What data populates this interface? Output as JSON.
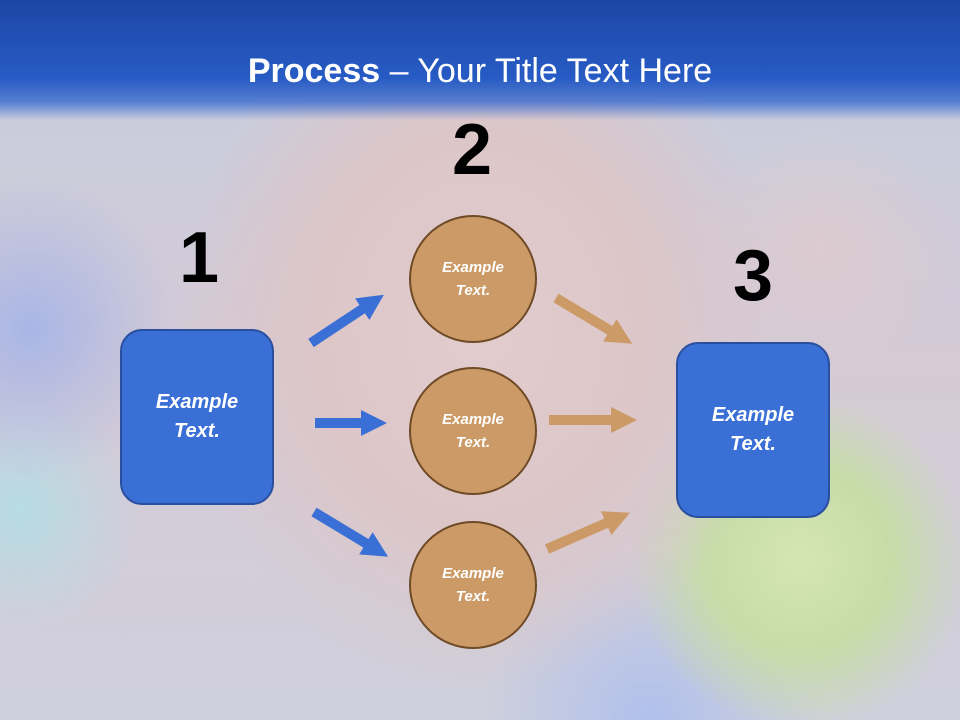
{
  "title": {
    "bold": "Process",
    "rest": " – Your Title Text Here"
  },
  "steps": {
    "one": {
      "number": "1",
      "box_text": "Example\nText."
    },
    "two": {
      "number": "2",
      "circles": [
        "Example\nText.",
        "Example\nText.",
        "Example\nText."
      ]
    },
    "three": {
      "number": "3",
      "box_text": "Example\nText."
    }
  },
  "colors": {
    "header": "#275bc4",
    "box": "#3a6fd6",
    "circle": "#cc9a66",
    "blue_arrow": "#3a6fd6",
    "tan_arrow": "#cc9a66"
  }
}
